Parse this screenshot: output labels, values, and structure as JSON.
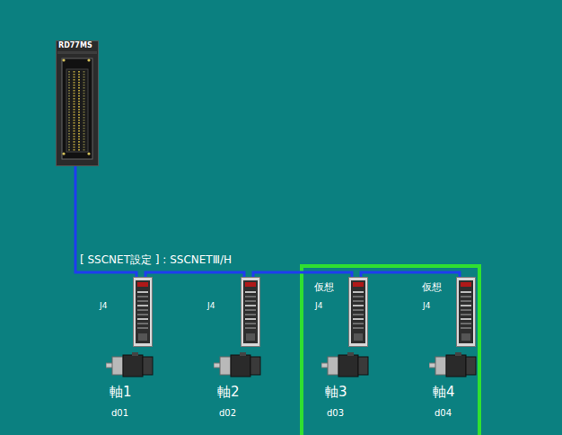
{
  "diagram": {
    "nodes": [
      {
        "text": [
          "RD77MS"
        ]
      },
      {
        "text": [
          "J4",
          "軸1",
          "d01"
        ]
      },
      {
        "text": [
          "J4",
          "軸2",
          "d02"
        ]
      },
      {
        "text": [
          "仮想",
          "J4",
          "軸3",
          "d03"
        ]
      },
      {
        "text": [
          "仮想",
          "J4",
          "軸4",
          "d04"
        ]
      }
    ],
    "edges": [
      {
        "from": 0,
        "to": 1,
        "arrow": "none",
        "label": "[ SSCNET設定 ] : SSCNETⅢ/H"
      },
      {
        "from": 1,
        "to": 2,
        "arrow": "none"
      },
      {
        "from": 2,
        "to": 3,
        "arrow": "none"
      },
      {
        "from": 3,
        "to": 4,
        "arrow": "none"
      }
    ]
  }
}
